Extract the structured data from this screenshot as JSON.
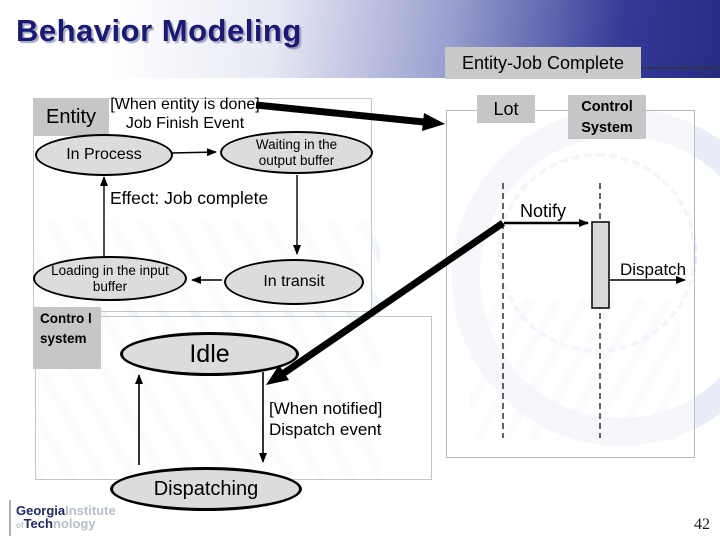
{
  "slide": {
    "title": "Behavior Modeling",
    "page_number": "42"
  },
  "header": {
    "tag_label": "Entity-Job Complete"
  },
  "entity_diagram": {
    "title": "Entity",
    "event_note": {
      "line1": "[When entity is done]",
      "line2": "Job Finish Event"
    },
    "effect_note": "Effect: Job complete",
    "states": {
      "in_process": "In Process",
      "waiting_output": "Waiting in the output buffer",
      "loading_input": "Loading in the input buffer",
      "in_transit": "In transit"
    }
  },
  "control_diagram": {
    "title": "Contro l system",
    "states": {
      "idle": "Idle",
      "dispatching": "Dispatching"
    },
    "transition_note": {
      "line1": "[When notified]",
      "line2": "Dispatch event"
    }
  },
  "sequence_diagram": {
    "lifelines": {
      "lot": "Lot",
      "control_system": "Control System"
    },
    "messages": {
      "notify": "Notify",
      "dispatch": "Dispatch"
    }
  },
  "footer": {
    "logo": {
      "georgia": "Georgia",
      "institute": "Institute",
      "of": "of",
      "tech": "Tech",
      "nology": "nology"
    }
  },
  "colors": {
    "banner_navy": "#272c84",
    "title_navy": "#1a1a75",
    "label_gray": "#c6c6c6",
    "state_fill": "#dcdcdc"
  }
}
